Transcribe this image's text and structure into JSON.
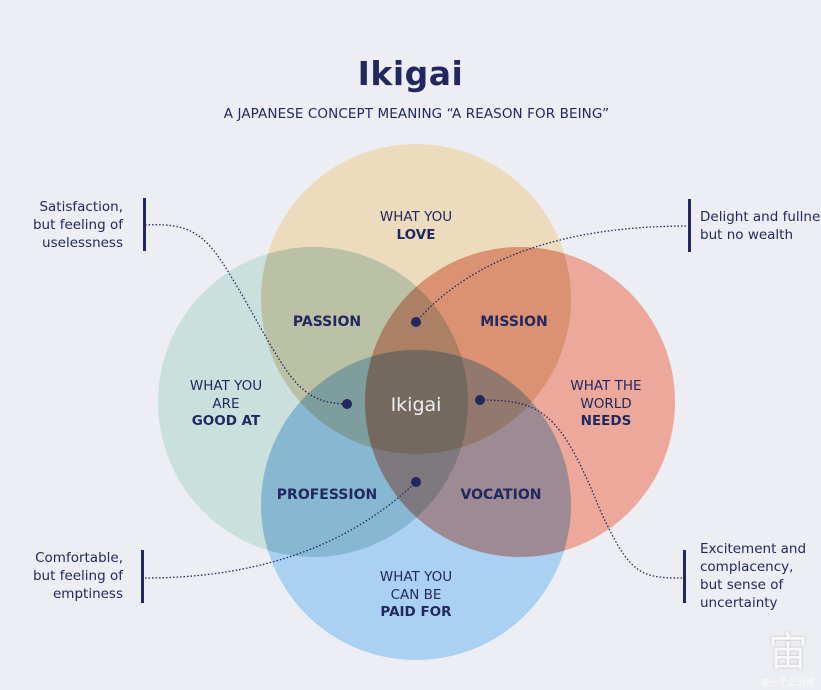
{
  "header": {
    "title": "Ikigai",
    "subtitle": "A JAPANESE CONCEPT MEANING “A REASON FOR BEING”"
  },
  "circles": [
    {
      "id": "love",
      "line1": "WHAT YOU",
      "line2": "",
      "bold": "LOVE",
      "color": "#ecdcbd"
    },
    {
      "id": "good_at",
      "line1": "WHAT YOU",
      "line2": "ARE",
      "bold": "GOOD AT",
      "color": "#c9e0dd"
    },
    {
      "id": "world_needs",
      "line1": "WHAT THE",
      "line2": "WORLD",
      "bold": "NEEDS",
      "color": "#eca99b"
    },
    {
      "id": "paid_for",
      "line1": "WHAT YOU",
      "line2": "CAN BE",
      "bold": "PAID FOR",
      "color": "#abd1f2"
    }
  ],
  "overlaps": {
    "passion": "PASSION",
    "mission": "MISSION",
    "profession": "PROFESSION",
    "vocation": "VOCATION",
    "center": "Ikigai"
  },
  "notes": {
    "top_left": "Satisfaction,\nbut feeling of\nuselessness",
    "top_right": "Delight and fullness,\nbut no wealth",
    "bottom_left": "Comfortable,\nbut feeling of\nemptiness",
    "bottom_right": "Excitement and\ncomplacency,\nbut sense of\nuncertainty"
  },
  "watermark": {
    "glyph": "宙",
    "text": "@一个三分地"
  },
  "colors": {
    "ink": "#22285f",
    "background": "#eceef3"
  }
}
